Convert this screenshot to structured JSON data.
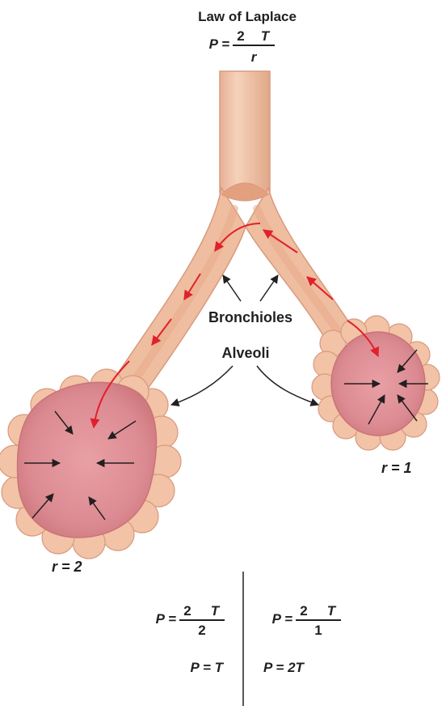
{
  "title": "Law of Laplace",
  "main_formula": {
    "lhs": "P =",
    "num_a": "2",
    "num_b": "T",
    "den": "r"
  },
  "labels": {
    "bronchioles": "Bronchioles",
    "alveoli": "Alveoli",
    "r_small": "r = 1",
    "r_large": "r = 2"
  },
  "comparison": {
    "left": {
      "formula": {
        "lhs": "P =",
        "num_a": "2",
        "num_b": "T",
        "den": "2"
      },
      "result": "P = T"
    },
    "right": {
      "formula": {
        "lhs": "P =",
        "num_a": "2",
        "num_b": "T",
        "den": "1"
      },
      "result": "P = 2T"
    }
  },
  "colors": {
    "tissue": "#f2c3a6",
    "tissue_dark": "#e2a07f",
    "alveolus_fill": "#e2939a",
    "alveolus_edge": "#c97478",
    "flow_arrow": "#e0212b",
    "pointer_arrow": "#231f20"
  }
}
